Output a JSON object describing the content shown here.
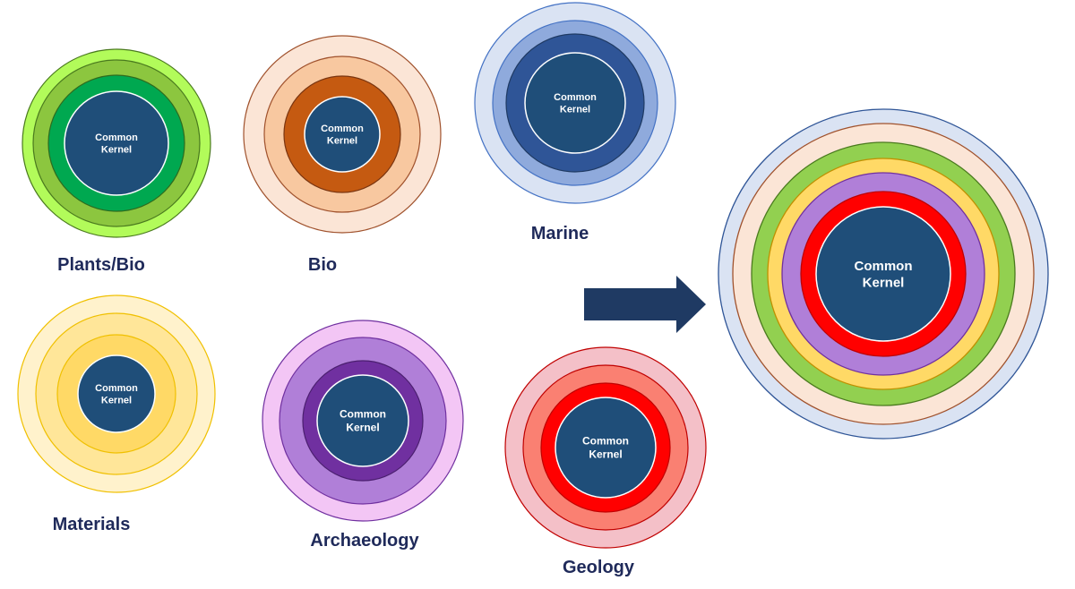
{
  "kernel_label": [
    "Common",
    "Kernel"
  ],
  "arrow_color": "#1f3a63",
  "label_color": "#1f2a5a",
  "clusters": [
    {
      "name": "Plants/Bio",
      "rings": [
        {
          "fill": "#b2fb5a",
          "stroke": "#4a7a1e"
        },
        {
          "fill": "#8cc63f",
          "stroke": "#4a7a1e"
        },
        {
          "fill": "#00a850",
          "stroke": "#2e6b1e"
        }
      ],
      "kernel": {
        "fill": "#1f4e79",
        "stroke": "#ffffff"
      }
    },
    {
      "name": "Bio",
      "rings": [
        {
          "fill": "#fbe5d6",
          "stroke": "#a0522d"
        },
        {
          "fill": "#f8c8a0",
          "stroke": "#a0522d"
        },
        {
          "fill": "#c55a11",
          "stroke": "#7a3510"
        }
      ],
      "kernel": {
        "fill": "#1f4e79",
        "stroke": "#ffffff"
      }
    },
    {
      "name": "Marine",
      "rings": [
        {
          "fill": "#dae3f3",
          "stroke": "#4472c4"
        },
        {
          "fill": "#8faadc",
          "stroke": "#4472c4"
        },
        {
          "fill": "#2f5597",
          "stroke": "#1f3a63"
        }
      ],
      "kernel": {
        "fill": "#1f4e79",
        "stroke": "#ffffff"
      }
    },
    {
      "name": "Materials",
      "rings": [
        {
          "fill": "#fff2cc",
          "stroke": "#f0c000"
        },
        {
          "fill": "#ffe699",
          "stroke": "#f0c000"
        },
        {
          "fill": "#ffd966",
          "stroke": "#f0c000"
        }
      ],
      "kernel": {
        "fill": "#1f4e79",
        "stroke": "#ffffff"
      }
    },
    {
      "name": "Archaeology",
      "rings": [
        {
          "fill": "#f3c6f5",
          "stroke": "#7030a0"
        },
        {
          "fill": "#b07fd8",
          "stroke": "#7030a0"
        },
        {
          "fill": "#7030a0",
          "stroke": "#4b1f6f"
        }
      ],
      "kernel": {
        "fill": "#1f4e79",
        "stroke": "#ffffff"
      }
    },
    {
      "name": "Geology",
      "rings": [
        {
          "fill": "#f4c0c8",
          "stroke": "#c00000"
        },
        {
          "fill": "#fa8072",
          "stroke": "#c00000"
        },
        {
          "fill": "#ff0000",
          "stroke": "#c00000"
        }
      ],
      "kernel": {
        "fill": "#1f4e79",
        "stroke": "#ffffff"
      }
    }
  ],
  "combined": {
    "rings": [
      {
        "fill": "#dae3f3",
        "stroke": "#2f5597"
      },
      {
        "fill": "#fbe5d6",
        "stroke": "#a0522d"
      },
      {
        "fill": "#92d050",
        "stroke": "#4a7a1e"
      },
      {
        "fill": "#ffd966",
        "stroke": "#c09000"
      },
      {
        "fill": "#b07fd8",
        "stroke": "#7030a0"
      },
      {
        "fill": "#ff0000",
        "stroke": "#c00000"
      }
    ],
    "kernel": {
      "fill": "#1f4e79",
      "stroke": "#ffffff"
    }
  }
}
